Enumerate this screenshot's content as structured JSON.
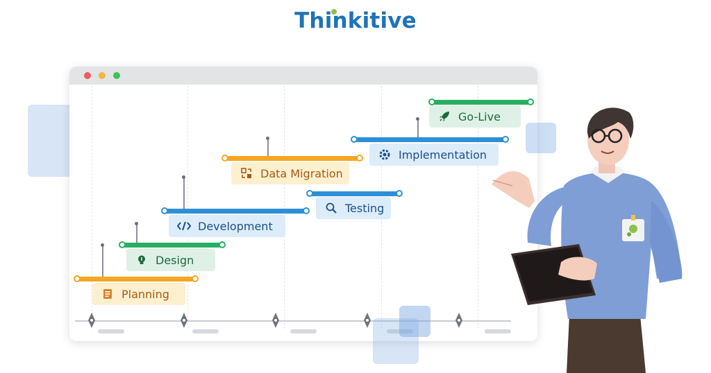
{
  "brand": {
    "logo_main": "Thinkitive"
  },
  "window": {
    "dots": [
      "#ee5d5d",
      "#f4b93a",
      "#40c057"
    ]
  },
  "tasks": [
    {
      "label": "Planning",
      "icon": "document-icon",
      "color": "#f5a623"
    },
    {
      "label": "Design",
      "icon": "lightbulb-icon",
      "color": "#27ae60"
    },
    {
      "label": "Development",
      "icon": "code-icon",
      "color": "#2d8fd6"
    },
    {
      "label": "Data Migration",
      "icon": "data-migration-icon",
      "color": "#f5a623"
    },
    {
      "label": "Testing",
      "icon": "magnifier-icon",
      "color": "#2d8fd6"
    },
    {
      "label": "Implementation",
      "icon": "gear-icon",
      "color": "#2d8fd6"
    },
    {
      "label": "Go-Live",
      "icon": "rocket-icon",
      "color": "#27ae60"
    }
  ],
  "illustration": {
    "subject": "person-with-tablet",
    "shirt_color": "#7f9ed6"
  }
}
